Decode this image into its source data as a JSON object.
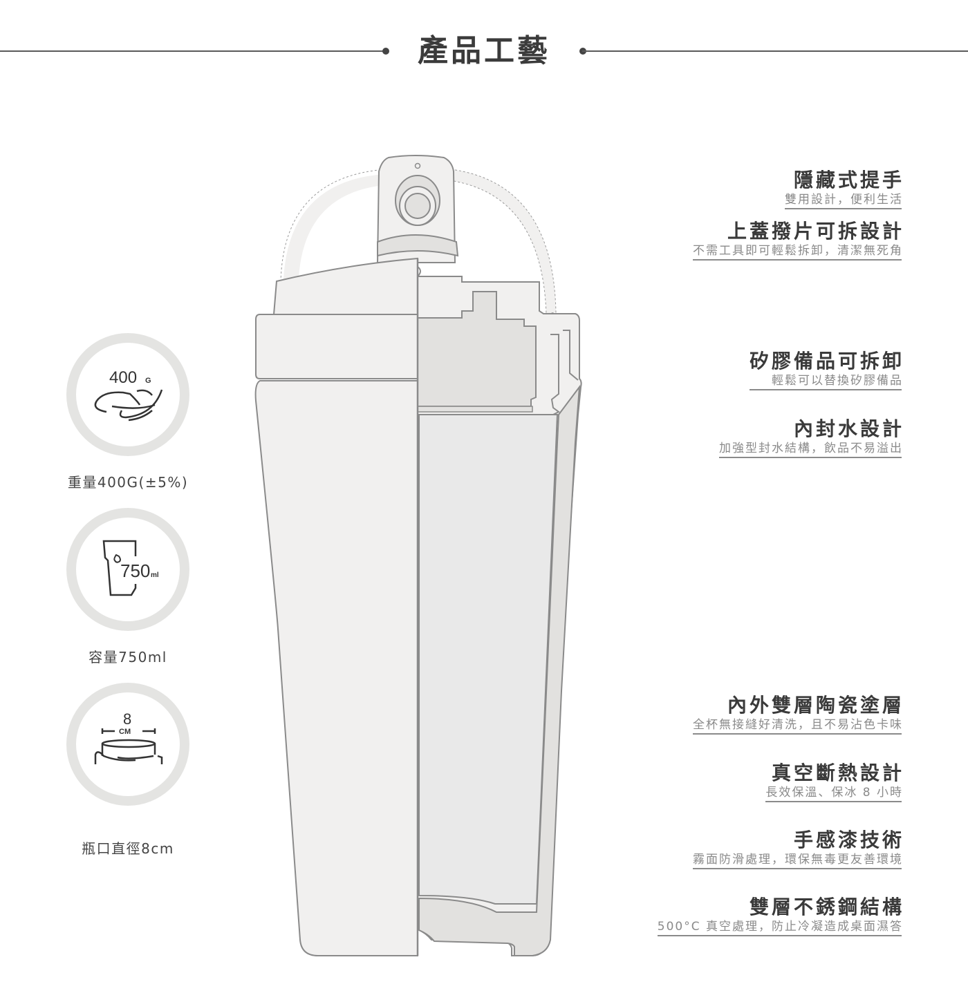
{
  "header": {
    "title": "產品工藝"
  },
  "specs": [
    {
      "icon": "weight-feather-icon",
      "icon_value": "400",
      "icon_unit": "G",
      "label": "重量400G(±5%)"
    },
    {
      "icon": "cup-capacity-icon",
      "icon_value": "750",
      "icon_unit": "ml",
      "label": "容量750ml"
    },
    {
      "icon": "mouth-diameter-icon",
      "icon_value": "8",
      "icon_unit": "CM",
      "label": "瓶口直徑8cm"
    }
  ],
  "features": [
    {
      "title": "隱藏式提手",
      "desc": "雙用設計，便利生活"
    },
    {
      "title": "上蓋撥片可拆設計",
      "desc": "不需工具即可輕鬆拆卸，清潔無死角"
    },
    {
      "title": "矽膠備品可拆卸",
      "desc": "輕鬆可以替換矽膠備品"
    },
    {
      "title": "內封水設計",
      "desc": "加強型封水結構，飲品不易溢出"
    },
    {
      "title": "內外雙層陶瓷塗層",
      "desc": "全杯無接縫好清洗，且不易沾色卡味"
    },
    {
      "title": "真空斷熱設計",
      "desc": "長效保溫、保冰 8 小時"
    },
    {
      "title": "手感漆技術",
      "desc": "霧面防滑處理，環保無毒更友善環境"
    },
    {
      "title": "雙層不銹鋼結構",
      "desc": "500°C 真空處理，防止冷凝造成桌面濕答"
    }
  ],
  "colors": {
    "outline": "#8a8a8a",
    "fill_light": "#f1f0ef",
    "fill_mid": "#e2e1df",
    "ring": "#e4e4e2",
    "text_dark": "#3a3a3a",
    "text_muted": "#8a8a8a"
  }
}
